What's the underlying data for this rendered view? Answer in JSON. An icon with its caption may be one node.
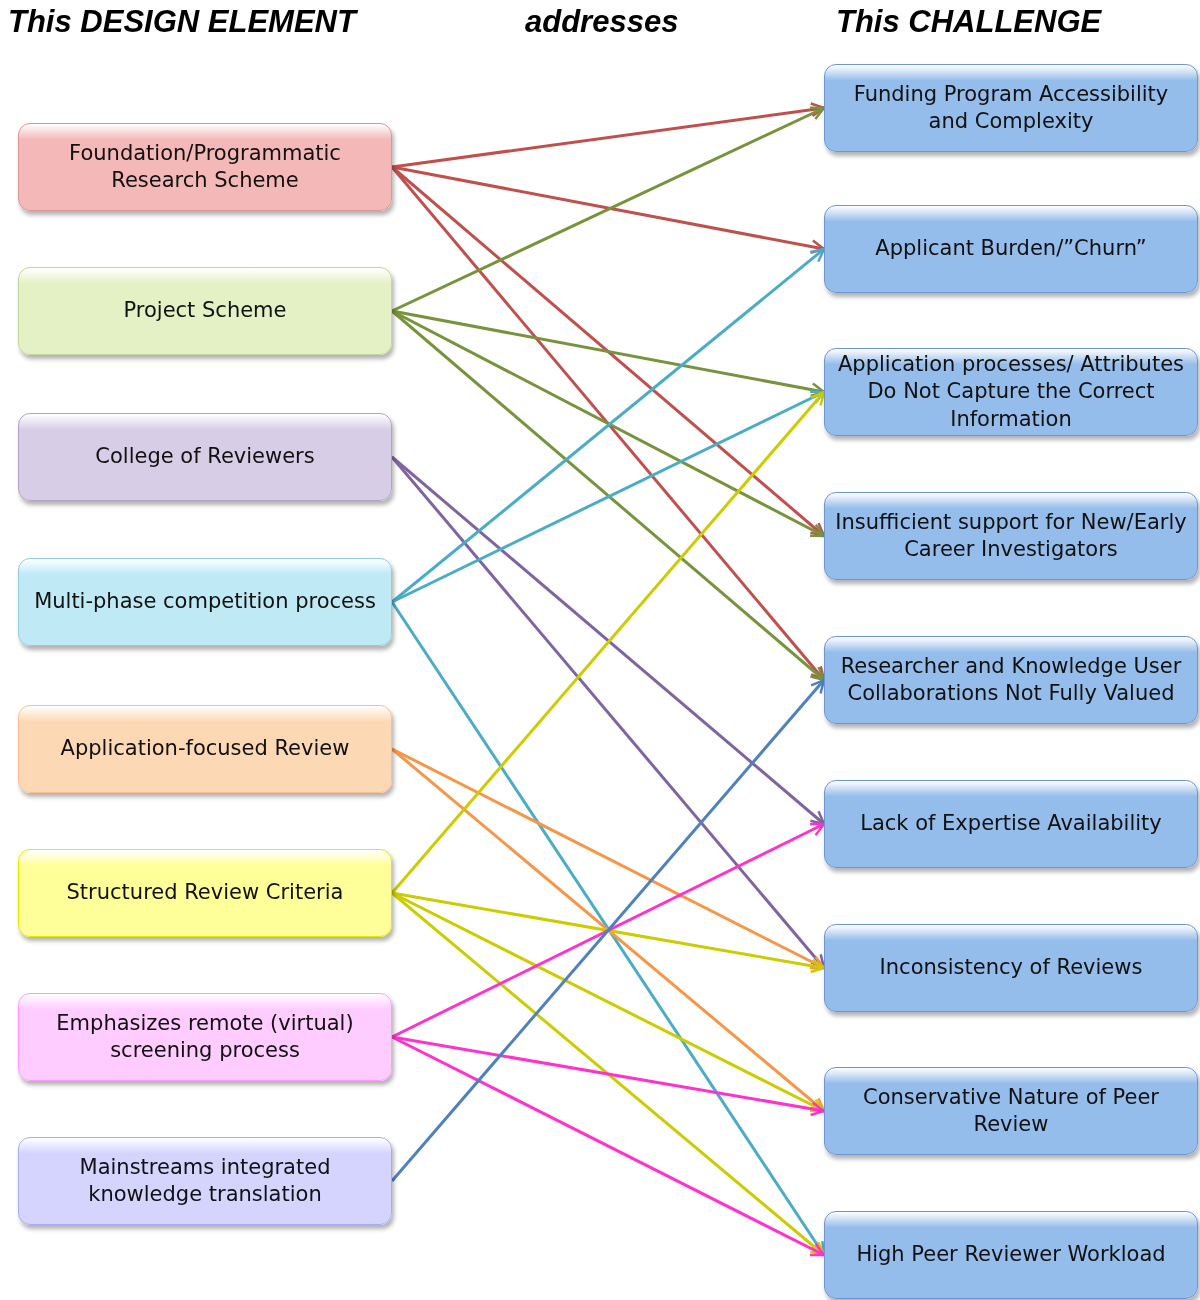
{
  "diagram": {
    "nodes": [
      {
        "text": [
          "Foundation/Programmatic Research Scheme"
        ]
      },
      {
        "text": [
          "Project Scheme"
        ]
      },
      {
        "text": [
          "College of Reviewers"
        ]
      },
      {
        "text": [
          "Multi-phase competition process"
        ]
      },
      {
        "text": [
          "Application-focused Review"
        ]
      },
      {
        "text": [
          "Structured Review Criteria"
        ]
      },
      {
        "text": [
          "Emphasizes remote (virtual) screening process"
        ]
      },
      {
        "text": [
          "Mainstreams integrated knowledge translation"
        ]
      },
      {
        "text": [
          "Funding Program Accessibility and Complexity"
        ]
      },
      {
        "text": [
          "Applicant Burden/”Churn”"
        ]
      },
      {
        "text": [
          "Application processes/ Attributes Do Not Capture the Correct Information"
        ]
      },
      {
        "text": [
          "Insufficient support for New/Early Career Investigators"
        ]
      },
      {
        "text": [
          "Researcher and Knowledge User Collaborations Not Fully Valued"
        ]
      },
      {
        "text": [
          "Lack of Expertise Availability"
        ]
      },
      {
        "text": [
          "Inconsistency of Reviews"
        ]
      },
      {
        "text": [
          "Conservative Nature of Peer Review"
        ]
      },
      {
        "text": [
          "High Peer Reviewer Workload"
        ]
      }
    ],
    "edges": [
      {
        "from": 0,
        "to": 8,
        "arrow": "to",
        "color": "#c0504d"
      },
      {
        "from": 0,
        "to": 9,
        "arrow": "to",
        "color": "#c0504d"
      },
      {
        "from": 0,
        "to": 11,
        "arrow": "to",
        "color": "#c0504d"
      },
      {
        "from": 0,
        "to": 12,
        "arrow": "to",
        "color": "#c0504d"
      },
      {
        "from": 1,
        "to": 8,
        "arrow": "to",
        "color": "#77933c"
      },
      {
        "from": 1,
        "to": 10,
        "arrow": "to",
        "color": "#77933c"
      },
      {
        "from": 1,
        "to": 11,
        "arrow": "to",
        "color": "#77933c"
      },
      {
        "from": 1,
        "to": 12,
        "arrow": "to",
        "color": "#77933c"
      },
      {
        "from": 2,
        "to": 13,
        "arrow": "to",
        "color": "#8064a2"
      },
      {
        "from": 2,
        "to": 14,
        "arrow": "to",
        "color": "#8064a2"
      },
      {
        "from": 3,
        "to": 9,
        "arrow": "to",
        "color": "#4bacc6"
      },
      {
        "from": 3,
        "to": 10,
        "arrow": "to",
        "color": "#4bacc6"
      },
      {
        "from": 3,
        "to": 16,
        "arrow": "to",
        "color": "#4bacc6"
      },
      {
        "from": 4,
        "to": 14,
        "arrow": "to",
        "color": "#f79646"
      },
      {
        "from": 4,
        "to": 15,
        "arrow": "to",
        "color": "#f79646"
      },
      {
        "from": 5,
        "to": 10,
        "arrow": "to",
        "color": "#cccc00"
      },
      {
        "from": 5,
        "to": 14,
        "arrow": "to",
        "color": "#cccc00"
      },
      {
        "from": 5,
        "to": 15,
        "arrow": "to",
        "color": "#cccc00"
      },
      {
        "from": 5,
        "to": 16,
        "arrow": "to",
        "color": "#cccc00"
      },
      {
        "from": 6,
        "to": 13,
        "arrow": "to",
        "color": "#ff33cc"
      },
      {
        "from": 6,
        "to": 15,
        "arrow": "to",
        "color": "#ff33cc"
      },
      {
        "from": 6,
        "to": 16,
        "arrow": "to",
        "color": "#ff33cc"
      },
      {
        "from": 7,
        "to": 12,
        "arrow": "to",
        "color": "#4f81bd"
      }
    ],
    "labels": [
      "This DESIGN ELEMENT",
      "addresses",
      "This CHALLENGE"
    ]
  }
}
